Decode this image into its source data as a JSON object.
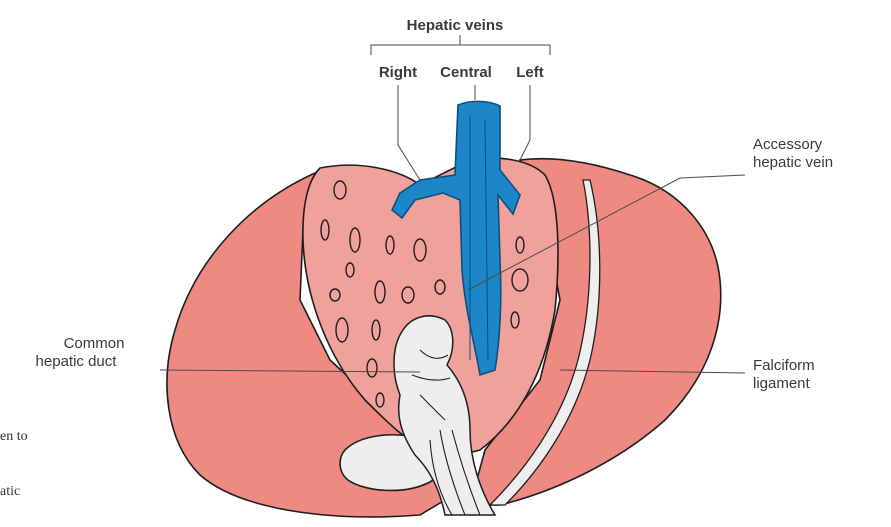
{
  "labels": {
    "hepatic_veins": "Hepatic veins",
    "right": "Right",
    "central": "Central",
    "left": "Left",
    "accessory_line1": "Accessory",
    "accessory_line2": "hepatic vein",
    "common_line1": "Common",
    "common_line2": "hepatic duct",
    "falciform_line1": "Falciform",
    "falciform_line2": "ligament"
  },
  "cut_text": {
    "line1": "en to",
    "line2": "atic"
  },
  "colors": {
    "liver": "#ef8a82",
    "liver_shadow": "#e47a73",
    "cut_surface": "#f1a19b",
    "vein": "#1b87c8",
    "vein_outline": "#0d4f7a",
    "duct": "#eeeeee",
    "ink": "#1e1e1e"
  }
}
